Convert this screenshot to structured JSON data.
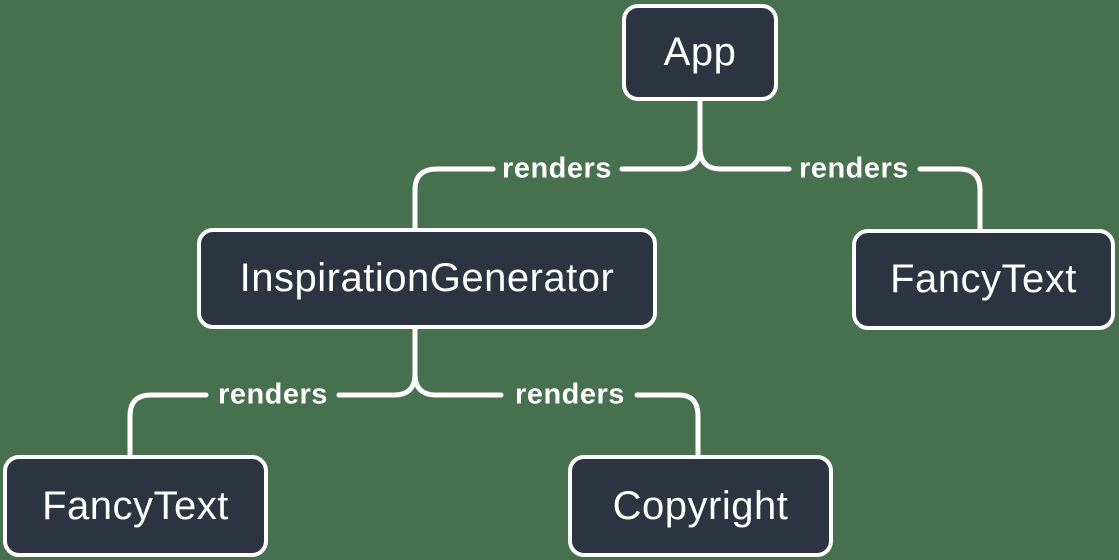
{
  "diagram": {
    "type": "render-tree",
    "colors": {
      "background": "#47704e",
      "node_fill": "#2b3440",
      "node_border": "#ffffff",
      "edge": "#ffffff",
      "label_text": "#ffffff"
    },
    "nodes": [
      {
        "id": "app",
        "label": "App"
      },
      {
        "id": "inspiration-generator",
        "label": "InspirationGenerator"
      },
      {
        "id": "fancy-text-right",
        "label": "FancyText"
      },
      {
        "id": "fancy-text-left",
        "label": "FancyText"
      },
      {
        "id": "copyright",
        "label": "Copyright"
      }
    ],
    "edges": [
      {
        "from": "App",
        "to": "InspirationGenerator",
        "label": "renders"
      },
      {
        "from": "App",
        "to": "FancyText",
        "label": "renders"
      },
      {
        "from": "InspirationGenerator",
        "to": "FancyText",
        "label": "renders"
      },
      {
        "from": "InspirationGenerator",
        "to": "Copyright",
        "label": "renders"
      }
    ]
  }
}
